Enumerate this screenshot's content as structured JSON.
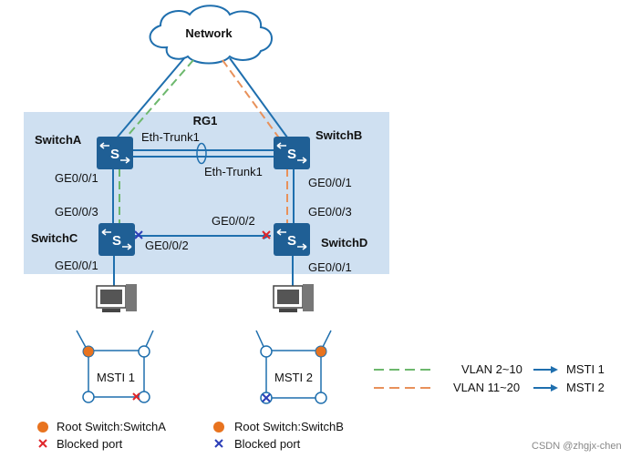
{
  "cloud": {
    "label": "Network"
  },
  "rg_label": "RG1",
  "switches": {
    "a": {
      "name": "SwitchA",
      "port_down": "GE0/0/1"
    },
    "b": {
      "name": "SwitchB",
      "port_down": "GE0/0/1"
    },
    "c": {
      "name": "SwitchC",
      "port_up": "GE0/0/3",
      "port_right": "GE0/0/2",
      "port_down": "GE0/0/1"
    },
    "d": {
      "name": "SwitchD",
      "port_up": "GE0/0/3",
      "port_left": "GE0/0/2",
      "port_down": "GE0/0/1"
    }
  },
  "trunk": {
    "label_top": "Eth-Trunk1",
    "label_bottom": "Eth-Trunk1"
  },
  "msti_left": {
    "label": "MSTI 1",
    "root_text": "Root Switch:SwitchA",
    "blocked_text": "Blocked port"
  },
  "msti_right": {
    "label": "MSTI 2",
    "root_text": "Root Switch:SwitchB",
    "blocked_text": "Blocked port"
  },
  "legend": [
    {
      "vlan": "VLAN 2~10",
      "msti": "MSTI 1",
      "color": "#6db86d"
    },
    {
      "vlan": "VLAN 11~20",
      "msti": "MSTI 2",
      "color": "#e8915a"
    }
  ],
  "watermark": "CSDN @zhgjx-chen",
  "colors": {
    "link_blue": "#1f6fae",
    "switch_blue": "#1f5f95",
    "panel": "#cfe0f1",
    "root_orange": "#e8731f",
    "blocked_red": "#e0262a",
    "blocked_blue": "#2c3fb8"
  }
}
